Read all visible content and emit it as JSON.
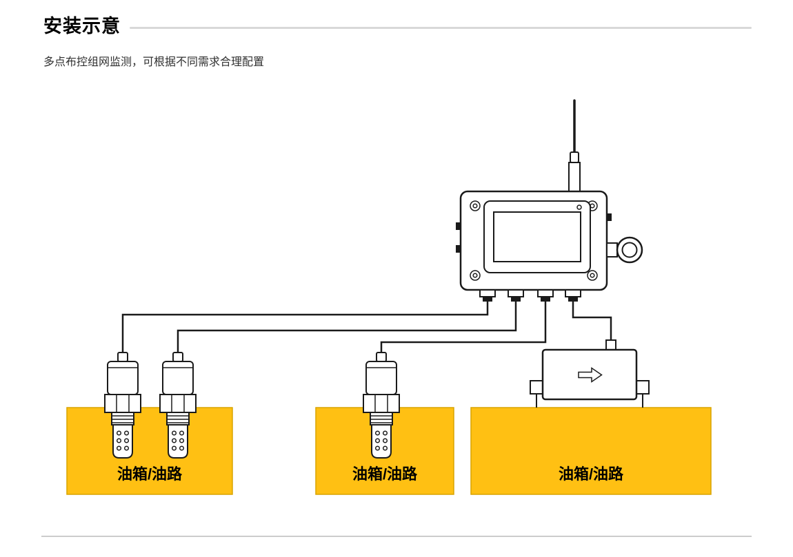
{
  "page": {
    "title": "安装示意",
    "subtitle": "多点布控组网监测，可根据不同需求合理配置"
  },
  "diagram": {
    "tanks": [
      {
        "label": "油箱/油路"
      },
      {
        "label": "油箱/油路"
      },
      {
        "label": "油箱/油路"
      }
    ],
    "colors": {
      "tank_fill": "#FFC013",
      "tank_border": "#D9A400",
      "line": "#1A1A1A",
      "divider": "#D8D8D8"
    }
  }
}
